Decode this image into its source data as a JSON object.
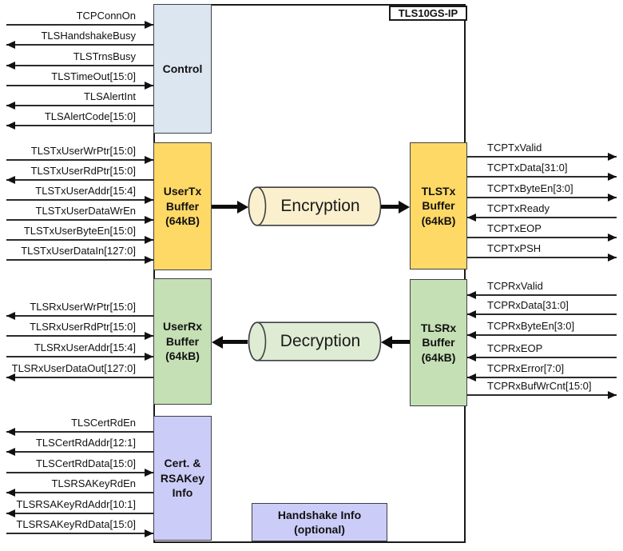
{
  "ip_label": "TLS10GS-IP",
  "blocks": {
    "control": {
      "title": "Control"
    },
    "user_tx": {
      "line1": "UserTx",
      "line2": "Buffer",
      "line3": "(64kB)"
    },
    "user_rx": {
      "line1": "UserRx",
      "line2": "Buffer",
      "line3": "(64kB)"
    },
    "cert": {
      "line1": "Cert. &",
      "line2": "RSAKey",
      "line3": "Info"
    },
    "tls_tx": {
      "line1": "TLSTx",
      "line2": "Buffer",
      "line3": "(64kB)"
    },
    "tls_rx": {
      "line1": "TLSRx",
      "line2": "Buffer",
      "line3": "(64kB)"
    },
    "encryption": {
      "title": "Encryption"
    },
    "decryption": {
      "title": "Decryption"
    },
    "handshake": {
      "line1": "Handshake Info",
      "line2": "(optional)"
    }
  },
  "signals": {
    "control": [
      {
        "label": "TCPConnOn",
        "direction": "input"
      },
      {
        "label": "TLSHandshakeBusy",
        "direction": "output"
      },
      {
        "label": "TLSTrnsBusy",
        "direction": "output"
      },
      {
        "label": "TLSTimeOut[15:0]",
        "direction": "input"
      },
      {
        "label": "TLSAlertInt",
        "direction": "output"
      },
      {
        "label": "TLSAlertCode[15:0]",
        "direction": "output"
      }
    ],
    "user_tx": [
      {
        "label": "TLSTxUserWrPtr[15:0]",
        "direction": "input"
      },
      {
        "label": "TLSTxUserRdPtr[15:0]",
        "direction": "output"
      },
      {
        "label": "TLSTxUserAddr[15:4]",
        "direction": "input"
      },
      {
        "label": "TLSTxUserDataWrEn",
        "direction": "input"
      },
      {
        "label": "TLSTxUserByteEn[15:0]",
        "direction": "input"
      },
      {
        "label": "TLSTxUserDataIn[127:0]",
        "direction": "input"
      }
    ],
    "user_rx": [
      {
        "label": "TLSRxUserWrPtr[15:0]",
        "direction": "output"
      },
      {
        "label": "TLSRxUserRdPtr[15:0]",
        "direction": "input"
      },
      {
        "label": "TLSRxUserAddr[15:4]",
        "direction": "input"
      },
      {
        "label": "TLSRxUserDataOut[127:0]",
        "direction": "output"
      }
    ],
    "cert": [
      {
        "label": "TLSCertRdEn",
        "direction": "output"
      },
      {
        "label": "TLSCertRdAddr[12:1]",
        "direction": "output"
      },
      {
        "label": "TLSCertRdData[15:0]",
        "direction": "input"
      },
      {
        "label": "TLSRSAKeyRdEn",
        "direction": "output"
      },
      {
        "label": "TLSRSAKeyRdAddr[10:1]",
        "direction": "output"
      },
      {
        "label": "TLSRSAKeyRdData[15:0]",
        "direction": "input"
      }
    ],
    "tls_tx": [
      {
        "label": "TCPTxValid",
        "direction": "output"
      },
      {
        "label": "TCPTxData[31:0]",
        "direction": "output"
      },
      {
        "label": "TCPTxByteEn[3:0]",
        "direction": "output"
      },
      {
        "label": "TCPTxReady",
        "direction": "input"
      },
      {
        "label": "TCPTxEOP",
        "direction": "output"
      },
      {
        "label": "TCPTxPSH",
        "direction": "output"
      }
    ],
    "tls_rx": [
      {
        "label": "TCPRxValid",
        "direction": "input"
      },
      {
        "label": "TCPRxData[31:0]",
        "direction": "input"
      },
      {
        "label": "TCPRxByteEn[3:0]",
        "direction": "input"
      },
      {
        "label": "TCPRxEOP",
        "direction": "input"
      },
      {
        "label": "TCPRxError[7:0]",
        "direction": "input"
      },
      {
        "label": "TCPRxBufWrCnt[15:0]",
        "direction": "output"
      }
    ]
  },
  "flows": [
    {
      "from": "UserTx Buffer",
      "via": "Encryption",
      "to": "TLSTx Buffer"
    },
    {
      "from": "TLSRx Buffer",
      "via": "Decryption",
      "to": "UserRx Buffer"
    }
  ],
  "colors": {
    "control_fill": "#DCE6F1",
    "tx_buffer_fill": "#FFD966",
    "rx_buffer_fill": "#C5E0B4",
    "info_fill": "#CCCCF8",
    "encryption_fill": "#FBF0CD",
    "decryption_fill": "#DFECD4",
    "line": "#2B2B2B",
    "border": "#3F3F46"
  }
}
